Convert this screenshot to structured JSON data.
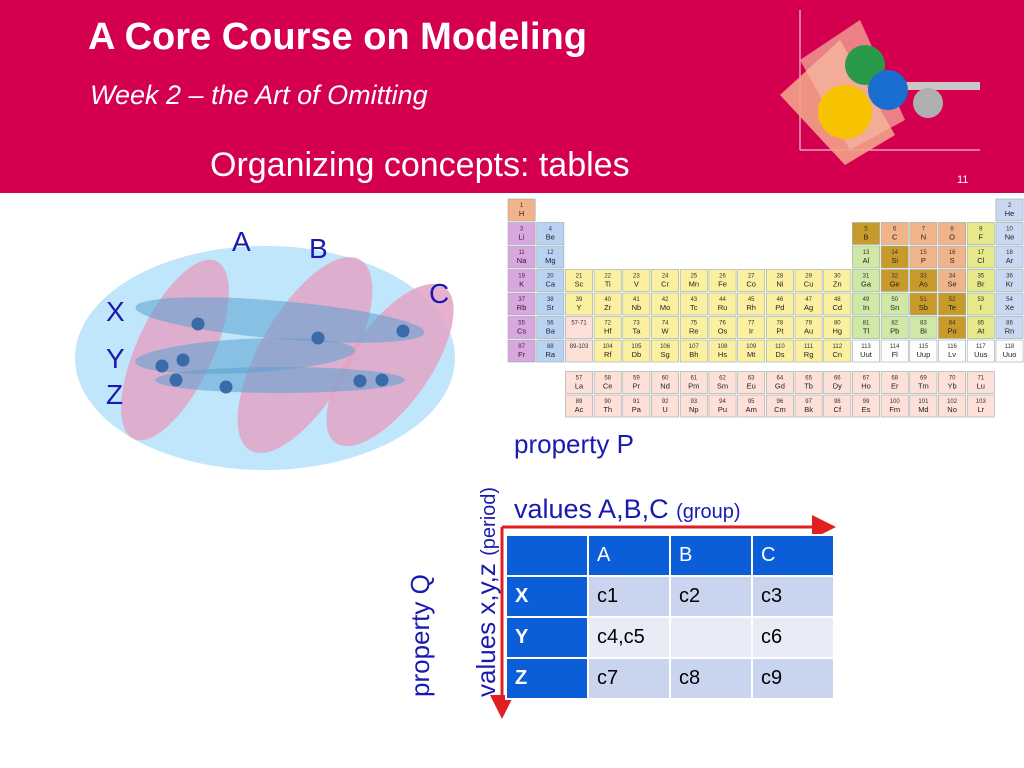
{
  "slide": {
    "title": "A Core Course on Modeling",
    "subtitle": "Week 2 – the Art of Omitting",
    "heading": "Organizing concepts: tables",
    "slide_number": "11"
  },
  "colors": {
    "header": "#d4004f",
    "label_blue": "#1a1ab0",
    "table_header": "#0b5ed7",
    "arrow": "#e02020"
  },
  "venn": {
    "col_labels": [
      "A",
      "B",
      "C"
    ],
    "row_labels": [
      "X",
      "Y",
      "Z"
    ]
  },
  "annotations": {
    "property_p": "property P",
    "values_abc": "values A,B,C",
    "group": "(group)",
    "property_q": "property Q",
    "values_xyz": "values x,y,z",
    "period": "(period)"
  },
  "table": {
    "columns": [
      "A",
      "B",
      "C"
    ],
    "rows": [
      {
        "label": "X",
        "cells": [
          "c1",
          "c2",
          "c3"
        ]
      },
      {
        "label": "Y",
        "cells": [
          "c4,c5",
          "",
          "c6"
        ]
      },
      {
        "label": "Z",
        "cells": [
          "c7",
          "c8",
          "c9"
        ]
      }
    ]
  },
  "periodic_table": {
    "rows": [
      [
        [
          "1",
          "H",
          "#f1b48a",
          1
        ],
        [
          "2",
          "He",
          "#c9d8f0",
          18
        ]
      ],
      [
        [
          "3",
          "Li",
          "#d9a6df",
          1
        ],
        [
          "4",
          "Be",
          "#b9d2f4",
          2
        ],
        [
          "5",
          "B",
          "#c89a2a",
          13
        ],
        [
          "6",
          "C",
          "#f1b48a",
          14
        ],
        [
          "7",
          "N",
          "#f1b48a",
          15
        ],
        [
          "8",
          "O",
          "#f1b48a",
          16
        ],
        [
          "9",
          "F",
          "#e6e88a",
          17
        ],
        [
          "10",
          "Ne",
          "#c9d8f0",
          18
        ]
      ],
      [
        [
          "11",
          "Na",
          "#d9a6df",
          1
        ],
        [
          "12",
          "Mg",
          "#b9d2f4",
          2
        ],
        [
          "13",
          "Al",
          "#cfe8a6",
          13
        ],
        [
          "14",
          "Si",
          "#c89a2a",
          14
        ],
        [
          "15",
          "P",
          "#f1b48a",
          15
        ],
        [
          "16",
          "S",
          "#f1b48a",
          16
        ],
        [
          "17",
          "Cl",
          "#e6e88a",
          17
        ],
        [
          "18",
          "Ar",
          "#c9d8f0",
          18
        ]
      ],
      [
        [
          "19",
          "K",
          "#d9a6df",
          1
        ],
        [
          "20",
          "Ca",
          "#b9d2f4",
          2
        ],
        [
          "21",
          "Sc",
          "#fbf0a0",
          3
        ],
        [
          "22",
          "Ti",
          "#fbf0a0",
          4
        ],
        [
          "23",
          "V",
          "#fbf0a0",
          5
        ],
        [
          "24",
          "Cr",
          "#fbf0a0",
          6
        ],
        [
          "25",
          "Mn",
          "#fbf0a0",
          7
        ],
        [
          "26",
          "Fe",
          "#fbf0a0",
          8
        ],
        [
          "27",
          "Co",
          "#fbf0a0",
          9
        ],
        [
          "28",
          "Ni",
          "#fbf0a0",
          10
        ],
        [
          "29",
          "Cu",
          "#fbf0a0",
          11
        ],
        [
          "30",
          "Zn",
          "#fbf0a0",
          12
        ],
        [
          "31",
          "Ga",
          "#cfe8a6",
          13
        ],
        [
          "32",
          "Ge",
          "#c89a2a",
          14
        ],
        [
          "33",
          "As",
          "#c89a2a",
          15
        ],
        [
          "34",
          "Se",
          "#f1b48a",
          16
        ],
        [
          "35",
          "Br",
          "#e6e88a",
          17
        ],
        [
          "36",
          "Kr",
          "#c9d8f0",
          18
        ]
      ],
      [
        [
          "37",
          "Rb",
          "#d9a6df",
          1
        ],
        [
          "38",
          "Sr",
          "#b9d2f4",
          2
        ],
        [
          "39",
          "Y",
          "#fbf0a0",
          3
        ],
        [
          "40",
          "Zr",
          "#fbf0a0",
          4
        ],
        [
          "41",
          "Nb",
          "#fbf0a0",
          5
        ],
        [
          "42",
          "Mo",
          "#fbf0a0",
          6
        ],
        [
          "43",
          "Tc",
          "#fbf0a0",
          7
        ],
        [
          "44",
          "Ru",
          "#fbf0a0",
          8
        ],
        [
          "45",
          "Rh",
          "#fbf0a0",
          9
        ],
        [
          "46",
          "Pd",
          "#fbf0a0",
          10
        ],
        [
          "47",
          "Ag",
          "#fbf0a0",
          11
        ],
        [
          "48",
          "Cd",
          "#fbf0a0",
          12
        ],
        [
          "49",
          "In",
          "#cfe8a6",
          13
        ],
        [
          "50",
          "Sn",
          "#cfe8a6",
          14
        ],
        [
          "51",
          "Sb",
          "#c89a2a",
          15
        ],
        [
          "52",
          "Te",
          "#c89a2a",
          16
        ],
        [
          "53",
          "I",
          "#e6e88a",
          17
        ],
        [
          "54",
          "Xe",
          "#c9d8f0",
          18
        ]
      ],
      [
        [
          "55",
          "Cs",
          "#d9a6df",
          1
        ],
        [
          "56",
          "Ba",
          "#b9d2f4",
          2
        ],
        [
          "57-71",
          "",
          "#fde0d8",
          3
        ],
        [
          "72",
          "Hf",
          "#fbf0a0",
          4
        ],
        [
          "73",
          "Ta",
          "#fbf0a0",
          5
        ],
        [
          "74",
          "W",
          "#fbf0a0",
          6
        ],
        [
          "75",
          "Re",
          "#fbf0a0",
          7
        ],
        [
          "76",
          "Os",
          "#fbf0a0",
          8
        ],
        [
          "77",
          "Ir",
          "#fbf0a0",
          9
        ],
        [
          "78",
          "Pt",
          "#fbf0a0",
          10
        ],
        [
          "79",
          "Au",
          "#fbf0a0",
          11
        ],
        [
          "80",
          "Hg",
          "#fbf0a0",
          12
        ],
        [
          "81",
          "Tl",
          "#cfe8a6",
          13
        ],
        [
          "82",
          "Pb",
          "#cfe8a6",
          14
        ],
        [
          "83",
          "Bi",
          "#cfe8a6",
          15
        ],
        [
          "84",
          "Po",
          "#c89a2a",
          16
        ],
        [
          "85",
          "At",
          "#e6e88a",
          17
        ],
        [
          "86",
          "Rn",
          "#c9d8f0",
          18
        ]
      ],
      [
        [
          "87",
          "Fr",
          "#d9a6df",
          1
        ],
        [
          "88",
          "Ra",
          "#b9d2f4",
          2
        ],
        [
          "89-103",
          "",
          "#fde0d8",
          3
        ],
        [
          "104",
          "Rf",
          "#fbf0a0",
          4
        ],
        [
          "105",
          "Db",
          "#fbf0a0",
          5
        ],
        [
          "106",
          "Sg",
          "#fbf0a0",
          6
        ],
        [
          "107",
          "Bh",
          "#fbf0a0",
          7
        ],
        [
          "108",
          "Hs",
          "#fbf0a0",
          8
        ],
        [
          "109",
          "Mt",
          "#fbf0a0",
          9
        ],
        [
          "110",
          "Ds",
          "#fbf0a0",
          10
        ],
        [
          "111",
          "Rg",
          "#fbf0a0",
          11
        ],
        [
          "112",
          "Cn",
          "#fbf0a0",
          12
        ],
        [
          "113",
          "Uut",
          "#fdfdfd",
          13
        ],
        [
          "114",
          "Fl",
          "#fdfdfd",
          14
        ],
        [
          "115",
          "Uup",
          "#fdfdfd",
          15
        ],
        [
          "116",
          "Lv",
          "#fdfdfd",
          16
        ],
        [
          "117",
          "Uus",
          "#fdfdfd",
          17
        ],
        [
          "118",
          "Uuo",
          "#fdfdfd",
          18
        ]
      ],
      [
        [
          "57",
          "La",
          "#fde0d8",
          3
        ],
        [
          "58",
          "Ce",
          "#fde0d8",
          4
        ],
        [
          "59",
          "Pr",
          "#fde0d8",
          5
        ],
        [
          "60",
          "Nd",
          "#fde0d8",
          6
        ],
        [
          "61",
          "Pm",
          "#fde0d8",
          7
        ],
        [
          "62",
          "Sm",
          "#fde0d8",
          8
        ],
        [
          "63",
          "Eu",
          "#fde0d8",
          9
        ],
        [
          "64",
          "Gd",
          "#fde0d8",
          10
        ],
        [
          "65",
          "Tb",
          "#fde0d8",
          11
        ],
        [
          "66",
          "Dy",
          "#fde0d8",
          12
        ],
        [
          "67",
          "Ho",
          "#fde0d8",
          13
        ],
        [
          "68",
          "Er",
          "#fde0d8",
          14
        ],
        [
          "69",
          "Tm",
          "#fde0d8",
          15
        ],
        [
          "70",
          "Yb",
          "#fde0d8",
          16
        ],
        [
          "71",
          "Lu",
          "#fde0d8",
          17
        ]
      ],
      [
        [
          "89",
          "Ac",
          "#fde0d8",
          3
        ],
        [
          "90",
          "Th",
          "#fde0d8",
          4
        ],
        [
          "91",
          "Pa",
          "#fde0d8",
          5
        ],
        [
          "92",
          "U",
          "#fde0d8",
          6
        ],
        [
          "93",
          "Np",
          "#fde0d8",
          7
        ],
        [
          "94",
          "Pu",
          "#fde0d8",
          8
        ],
        [
          "95",
          "Am",
          "#fde0d8",
          9
        ],
        [
          "96",
          "Cm",
          "#fde0d8",
          10
        ],
        [
          "97",
          "Bk",
          "#fde0d8",
          11
        ],
        [
          "98",
          "Cf",
          "#fde0d8",
          12
        ],
        [
          "99",
          "Es",
          "#fde0d8",
          13
        ],
        [
          "100",
          "Fm",
          "#fde0d8",
          14
        ],
        [
          "101",
          "Md",
          "#fde0d8",
          15
        ],
        [
          "102",
          "No",
          "#fde0d8",
          16
        ],
        [
          "103",
          "Lr",
          "#fde0d8",
          17
        ]
      ]
    ]
  }
}
